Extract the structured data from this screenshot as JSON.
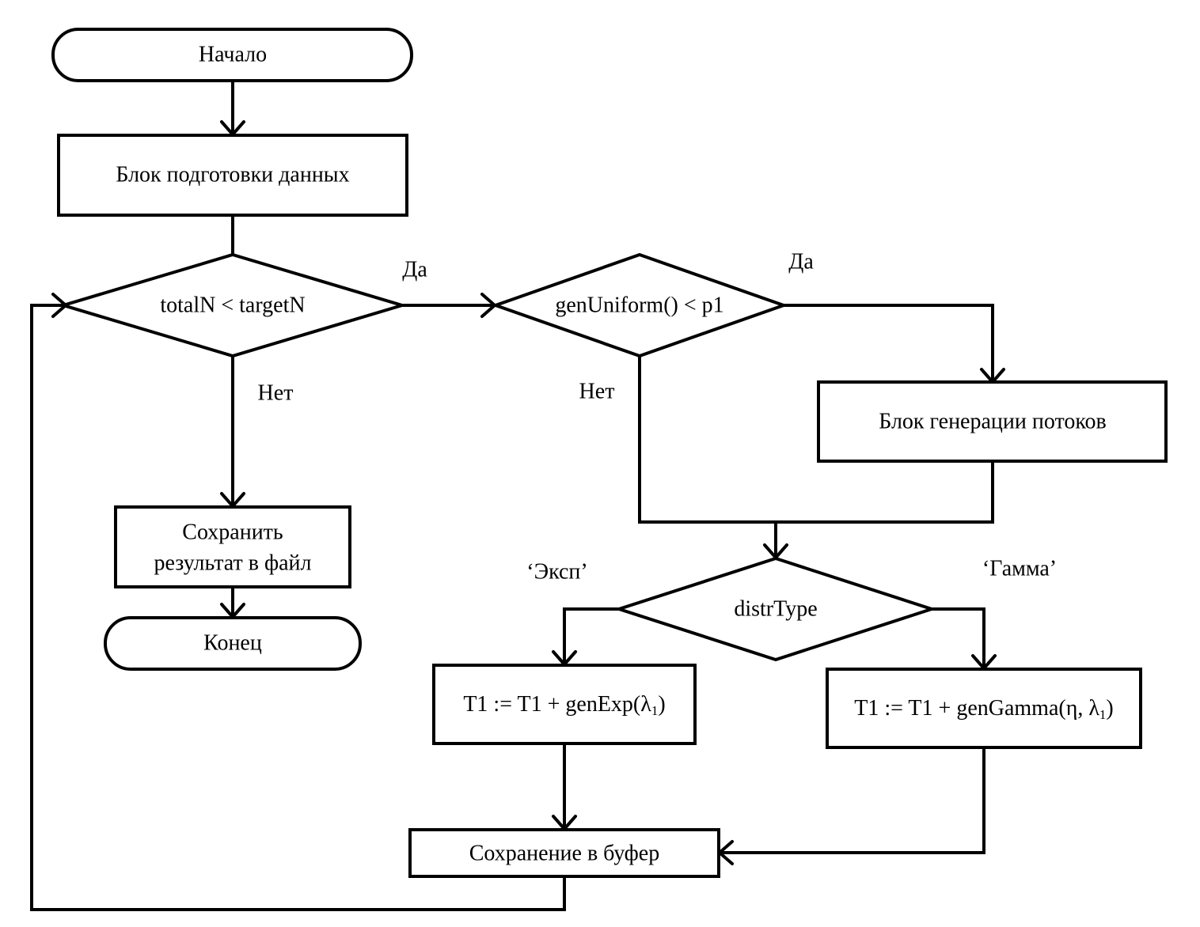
{
  "nodes": {
    "start": "Начало",
    "prep": "Блок подготовки данных",
    "cond_total": "totalN < targetN",
    "cond_uniform": "genUniform() < p1",
    "gen_streams": "Блок генерации потоков",
    "save_file_line1": "Сохранить",
    "save_file_line2": "результат в файл",
    "end": "Конец",
    "distr": "distrType",
    "exp_main": "T1 := T1 + genExp(λ",
    "exp_sub": "1",
    "exp_close": ")",
    "gamma_main": "T1 := T1 + genGamma(η, λ",
    "gamma_sub": "1",
    "gamma_close": ")",
    "save_buffer": "Сохранение в буфер"
  },
  "labels": {
    "yes_total": "Да",
    "no_total": "Нет",
    "yes_uniform": "Да",
    "no_uniform": "Нет",
    "exp_branch": "‘Эксп’",
    "gamma_branch": "‘Гамма’"
  }
}
